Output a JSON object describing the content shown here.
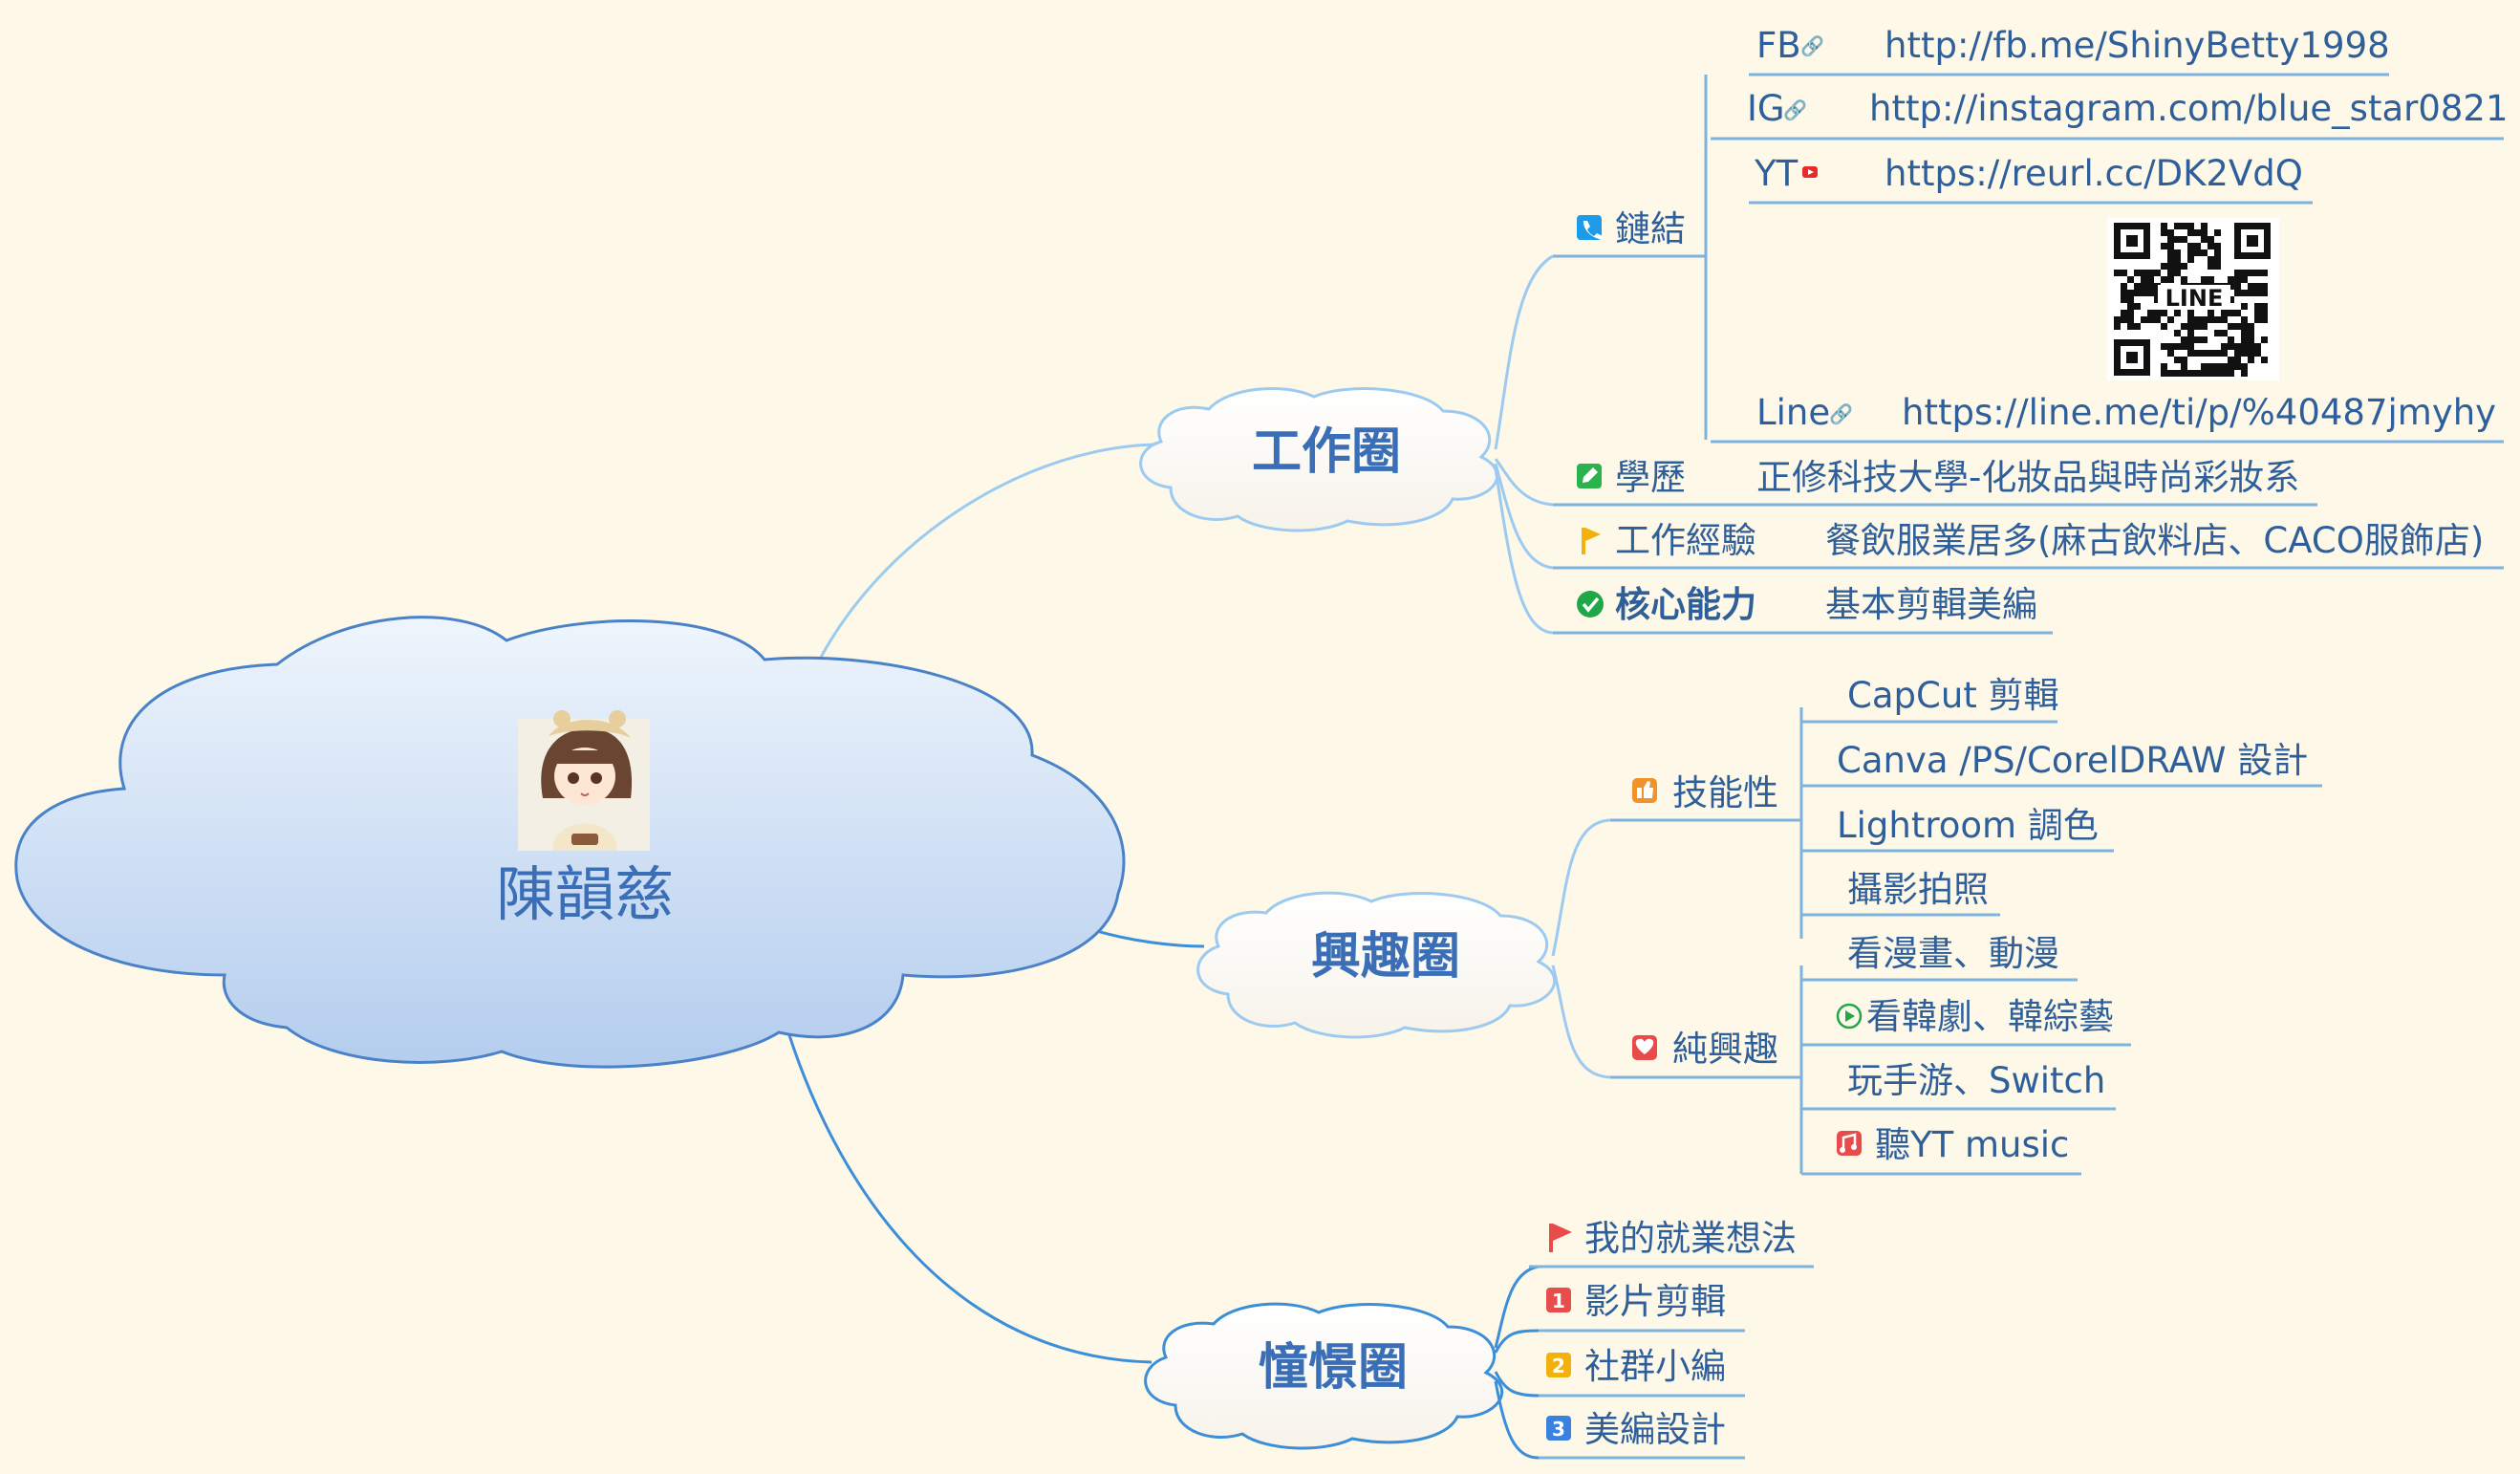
{
  "root": {
    "name": "陳韻慈"
  },
  "work": {
    "title": "工作圈",
    "links": {
      "label": "鏈結",
      "fb": {
        "key": "FB",
        "url": "http://fb.me/ShinyBetty1998"
      },
      "ig": {
        "key": "IG",
        "url": "http://instagram.com/blue_star0821"
      },
      "yt": {
        "key": "YT",
        "url": "https://reurl.cc/DK2VdQ"
      },
      "qr_text": "LINE",
      "line": {
        "key": "Line",
        "url": "https://line.me/ti/p/%40487jmyhy"
      }
    },
    "education": {
      "label": "學歷",
      "value": "正修科技大學-化妝品與時尚彩妝系"
    },
    "experience": {
      "label": "工作經驗",
      "value": "餐飲服業居多(麻古飲料店、CACO服飾店)"
    },
    "core": {
      "label": "核心能力",
      "value": "基本剪輯美編"
    }
  },
  "hobby": {
    "title": "興趣圈",
    "skills": {
      "label": "技能性",
      "items": [
        "CapCut 剪輯",
        "Canva /PS/CorelDRAW 設計",
        "Lightroom 調色",
        "攝影拍照"
      ]
    },
    "pure": {
      "label": "純興趣",
      "items": [
        "看漫畫、動漫",
        "看韓劇、韓綜藝",
        "玩手游、Switch",
        "聽YT music"
      ]
    }
  },
  "dream": {
    "title": "憧憬圈",
    "header": "我的就業想法",
    "items": [
      "影片剪輯",
      "社群小編",
      "美編設計"
    ],
    "numbers": [
      "1",
      "2",
      "3"
    ]
  },
  "colors": {
    "background": "#fdf8e8",
    "text": "#2f5f9a",
    "branch": "#9ccaf0",
    "cloud_fill_top": "#eef5fc",
    "cloud_fill_bottom": "#b4cdee",
    "cloud_stroke": "#4a82c9",
    "phone_icon": "#1e9be8",
    "edit_icon": "#2bb24c",
    "flag_icon": "#f2b10c",
    "check_icon": "#1fa848",
    "thumb_icon": "#f0932b",
    "heart_icon": "#e94b4b",
    "red_flag_icon": "#e94b4b",
    "badge_1": "#e84d4d",
    "badge_2": "#f2b10c",
    "badge_3": "#3b82e0"
  },
  "icons": {
    "links": "phone-icon",
    "education": "edit-icon",
    "experience": "flag-icon",
    "core": "check-circle-icon",
    "skills": "thumbs-up-icon",
    "pure": "heart-icon",
    "drama": "play-circle-icon",
    "music": "music-note-icon",
    "dream_header": "red-flag-icon",
    "hyperlink": "link-icon",
    "youtube": "youtube-icon"
  }
}
